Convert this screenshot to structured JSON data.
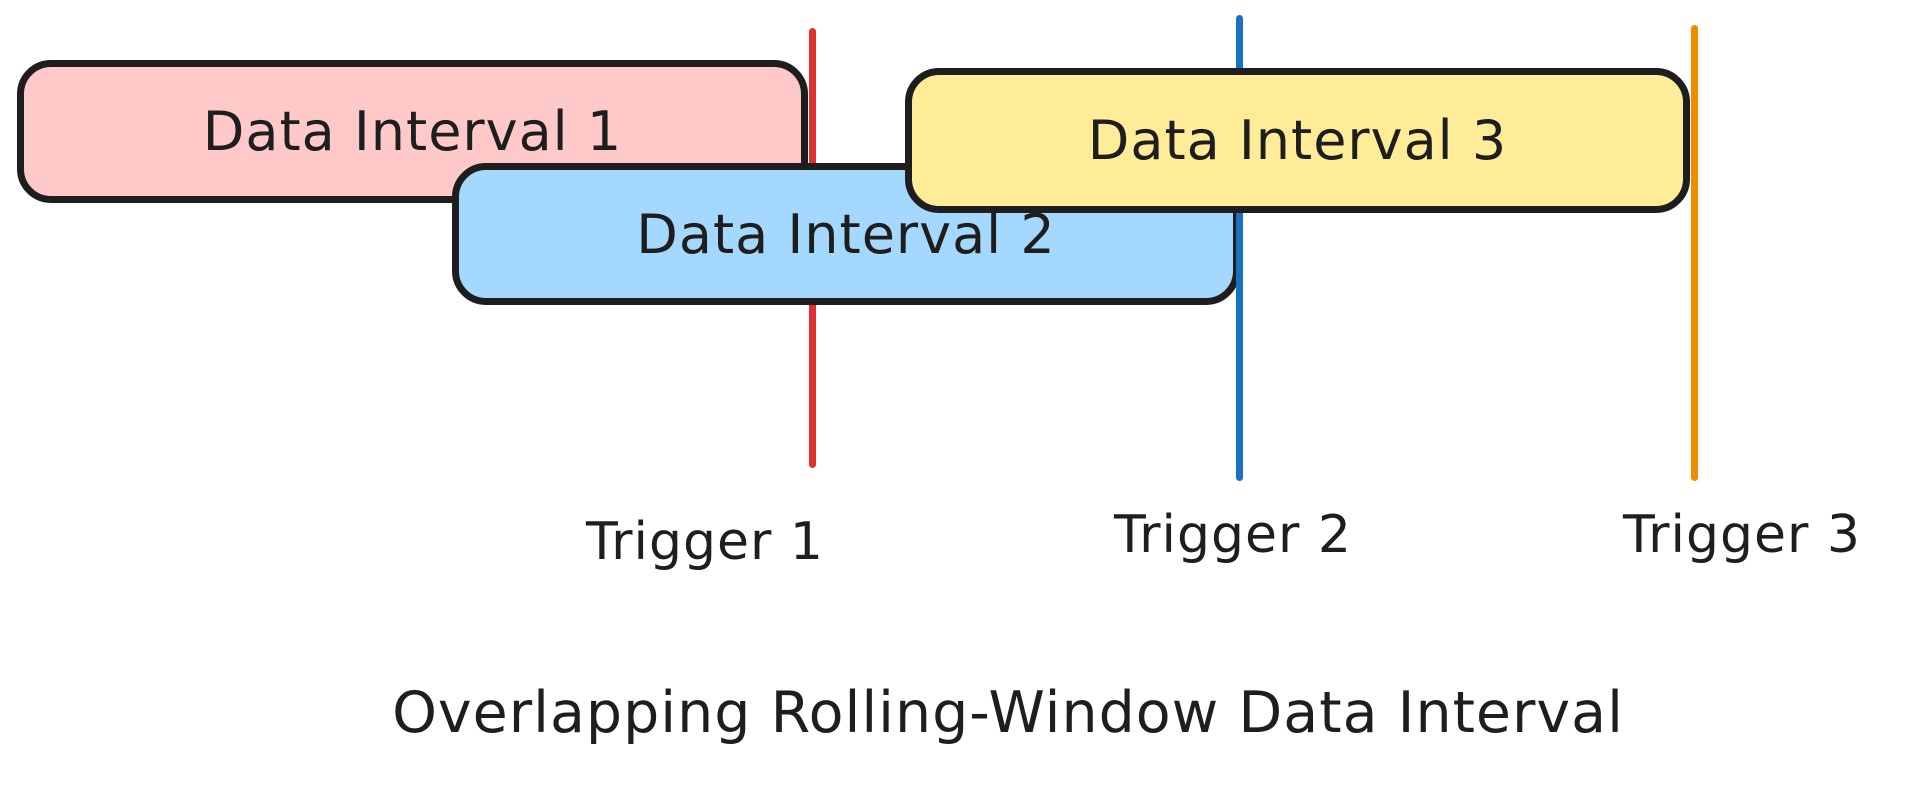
{
  "title": "Overlapping Rolling-Window Data Interval",
  "colors": {
    "stroke": "#1e1e1e",
    "text": "#1e1e1e",
    "background": "#ffffff"
  },
  "intervals": [
    {
      "label": "Data Interval 1",
      "fill": "#ffc9c9"
    },
    {
      "label": "Data Interval 2",
      "fill": "#a5d8ff"
    },
    {
      "label": "Data Interval 3",
      "fill": "#ffec99"
    }
  ],
  "triggers": [
    {
      "label": "Trigger 1",
      "color": "#e03131"
    },
    {
      "label": "Trigger 2",
      "color": "#1971c2"
    },
    {
      "label": "Trigger 3",
      "color": "#f08c00"
    }
  ]
}
